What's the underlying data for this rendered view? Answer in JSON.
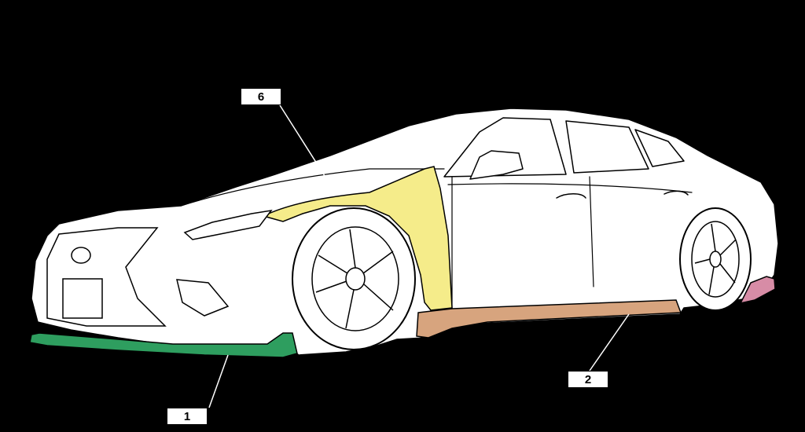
{
  "diagram": {
    "background": "#000000",
    "line_color": "#ffffff",
    "parts": [
      {
        "id": "front-spoiler",
        "callout": "1",
        "color": "#2e9e5f"
      },
      {
        "id": "side-skirt",
        "callout": "2",
        "color": "#d7a47e"
      },
      {
        "id": "front-fender",
        "callout": "6",
        "color": "#f5ec8a"
      },
      {
        "id": "rear-diffuser",
        "color": "#d78ca6"
      }
    ],
    "callouts": {
      "c1": "1",
      "c2": "2",
      "c6": "6"
    }
  }
}
